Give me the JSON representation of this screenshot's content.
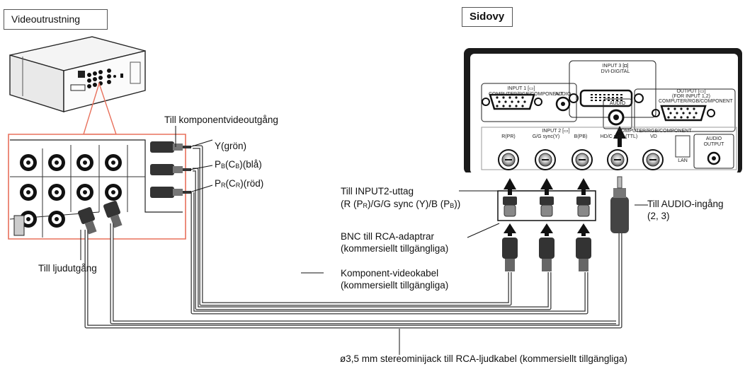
{
  "colors": {
    "highlight": "#e8705b",
    "cable": "#333333",
    "panel": "#1a1a1a"
  },
  "labels": {
    "video_equipment": "Videoutrustning",
    "side_view": "Sidovy",
    "to_component_out": "Till komponentvideoutgång",
    "y_green": "Y(grön)",
    "pb_blue": {
      "main": "P",
      "sub1": "B",
      "mid": "(C",
      "sub2": "B",
      "end": ")(blå)"
    },
    "pr_red": {
      "main": "P",
      "sub1": "R",
      "mid": "(C",
      "sub2": "R",
      "end": ")(röd)"
    },
    "to_input2": "Till INPUT2-uttag",
    "input2_signals": {
      "a": "(R (P",
      "as": "R",
      "b": ")/G/G sync (Y)/B (P",
      "bs": "B",
      "c": "))"
    },
    "bnc_adapter": "BNC till RCA-adaptrar",
    "bnc_adapter_note": "(kommersiellt tillgängliga)",
    "component_cable": "Komponent-videokabel",
    "component_cable_note": "(kommersiellt tillgängliga)",
    "to_audio_out": "Till ljudutgång",
    "to_audio_in": "Till AUDIO-ingång",
    "audio_in_numbers": "(2, 3)",
    "stereo_cable": "ø3,5 mm stereominijack till RCA-ljudkabel (kommersiellt tillgängliga)"
  },
  "panel_text": {
    "input3": "INPUT 3 [◘]",
    "dvi": "DVI-DIGITAL",
    "input1": "INPUT 1 [▭]",
    "input1_sub": "COMPUTER/RGB/COMPONENT",
    "audio": "AUDIO",
    "output": "OUTPUT [▭]",
    "output_sub1": "(FOR INPUT 1,2)",
    "output_sub2": "COMPUTER/RGB/COMPONENT",
    "input2": "INPUT 2 [▭]",
    "input2_sub": "COMPUTER/RGB/COMPONENT",
    "r_pr": "R(PR)",
    "g_sync": "G/G sync(Y)",
    "b_pb": "B(PB)",
    "hd_sync": "HD/C sync (TTL)",
    "vd": "VD",
    "lan": "LAN",
    "audio_output": "AUDIO",
    "audio_output2": "OUTPUT"
  }
}
